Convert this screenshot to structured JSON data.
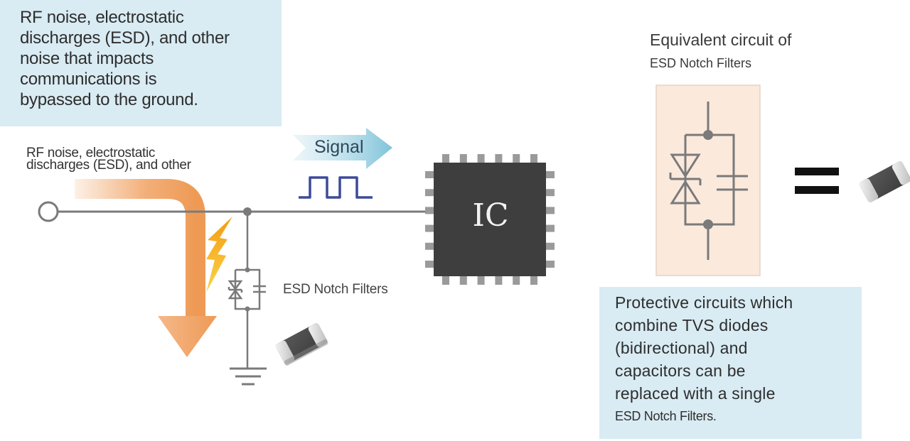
{
  "colors": {
    "note_bg": "#d9ebf3",
    "wire": "#7a7a7a",
    "ic_body": "#3e3e3e",
    "ic_pin": "#9a9a9a",
    "arrow_orange": "#f0a060",
    "bolt_yellow": "#f5b400",
    "signal_arrow": "#8cc8dc",
    "pulse_blue": "#3d4a9a",
    "equiv_bg": "#fbe9dc"
  },
  "notes": {
    "top_left": {
      "lines": [
        "RF noise, electrostatic",
        "discharges (ESD), and other",
        "noise that impacts",
        "communications is",
        "bypassed to the ground."
      ]
    },
    "bottom_right": {
      "lines": [
        "Protective  circuits which",
        "combine TVS diodes",
        "(bidirectional) and",
        "capacitors can be",
        "replaced with a single",
        "ESD Notch Filters."
      ]
    }
  },
  "labels": {
    "rf_noise": [
      "RF noise, electrostatic",
      "discharges (ESD), and other"
    ],
    "signal": "Signal",
    "ic": "IC",
    "esd_notch_filters": "ESD Notch Filters",
    "equivalent_title": "Equivalent circuit of",
    "equivalent_subtitle": "ESD Notch Filters",
    "equals": "="
  },
  "icons": {
    "input_terminal": "open-circle",
    "noise_path_arrow": "orange-bent-down-arrow",
    "esd_bolt": "lightning-bolt",
    "signal_direction": "right-arrow",
    "signal_waveform": "square-pulse",
    "ic_chip": "qfp-chip",
    "ground": "ground-symbol",
    "smd_component": "chip-component",
    "tvs_diode": "bidirectional-tvs-diode",
    "capacitor": "capacitor"
  }
}
